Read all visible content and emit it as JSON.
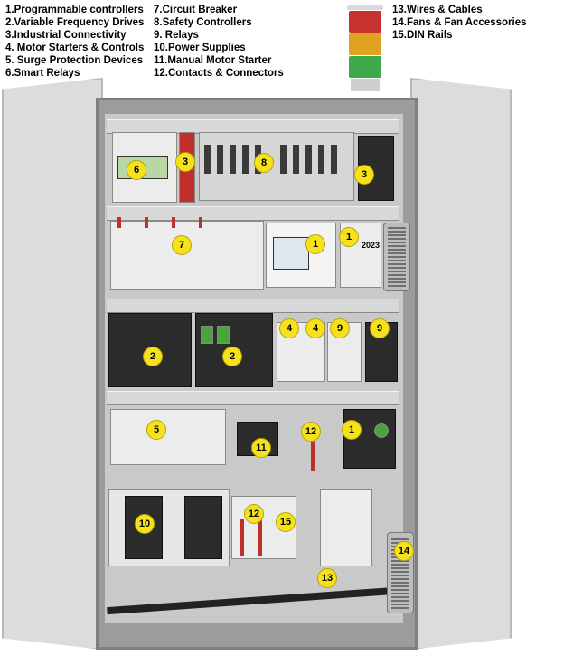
{
  "legend": {
    "col1": [
      "1.Programmable controllers",
      "2.Variable Frequency  Drives",
      "3.Industrial Connectivity",
      "4. Motor Starters &  Controls",
      "5. Surge Protection Devices",
      "6.Smart Relays"
    ],
    "col2": [
      "7.Circuit Breaker",
      "8.Safety Controllers",
      "9. Relays",
      "10.Power Supplies",
      "11.Manual Motor Starter",
      "12.Contacts & Connectors"
    ],
    "col3": [
      "13.Wires & Cables",
      "14.Fans & Fan Accessories",
      "15.DIN Rails"
    ]
  },
  "stack_light_colors": [
    "#c8322e",
    "#e0a21f",
    "#3fa84a"
  ],
  "hmi_year": "2023",
  "markers": {
    "m1": "1",
    "m2": "1",
    "m3": "1",
    "m4": "2",
    "m5": "2",
    "m6": "3",
    "m7": "3",
    "m8": "4",
    "m9": "4",
    "m10": "5",
    "m11": "6",
    "m12": "7",
    "m13": "8",
    "m14": "9",
    "m15": "9",
    "m16": "10",
    "m17": "11",
    "m18": "12",
    "m19": "12",
    "m20": "13",
    "m21": "14",
    "m22": "15"
  }
}
